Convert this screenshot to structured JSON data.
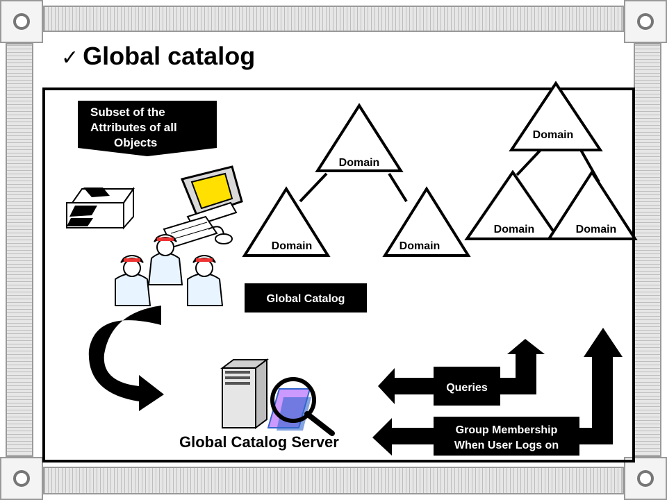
{
  "slide": {
    "title": "Global catalog",
    "check_icon": "checkmark-icon"
  },
  "callout": {
    "lines": [
      "Subset of the",
      "Attributes of all",
      "Objects"
    ]
  },
  "domains": {
    "label": "Domain"
  },
  "global_catalog_box": {
    "label": "Global Catalog"
  },
  "server": {
    "label": "Global Catalog Server"
  },
  "queries": {
    "label": "Queries"
  },
  "group_membership": {
    "lines": [
      "Group Membership",
      "When User Logs on"
    ]
  },
  "icons": [
    "printer-icon",
    "computer-icon",
    "users-icon",
    "server-icon",
    "magnifier-icon",
    "curved-arrow-icon"
  ],
  "colors": {
    "label_bg": "#000000",
    "label_text": "#ffffff",
    "monitor_screen": "#ffe000",
    "magnifier_lens": "#cc99ff",
    "magnifier_doc": "#3366cc"
  }
}
